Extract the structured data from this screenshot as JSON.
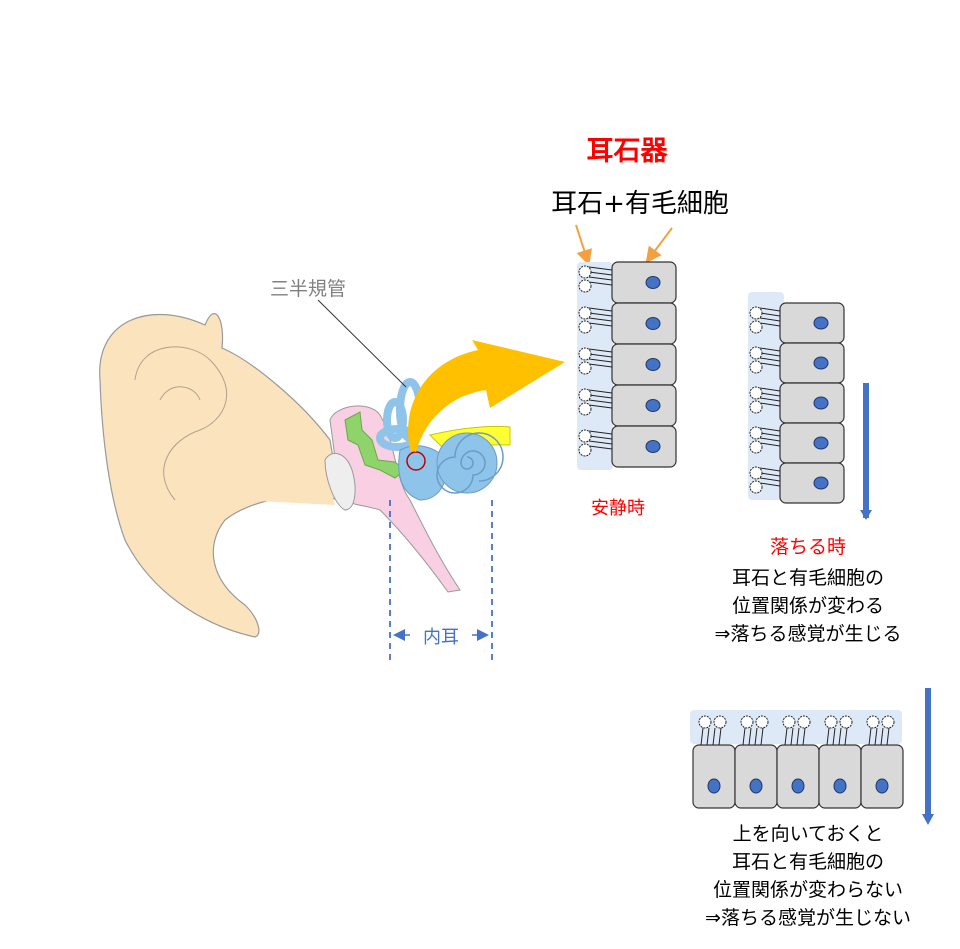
{
  "title": "耳石器",
  "subtitle": "耳石+有毛細胞",
  "ear_label": "三半規管",
  "inner_ear_label": "内耳",
  "rest_label": "安静時",
  "falling": {
    "heading": "落ちる時",
    "lines": [
      "耳石と有毛細胞の",
      "位置関係が変わる",
      "⇒落ちる感覚が生じる"
    ]
  },
  "facing_up": {
    "lines": [
      "上を向いておくと",
      "耳石と有毛細胞の",
      "位置関係が変わらない",
      "⇒落ちる感覚が生じない"
    ]
  },
  "colors": {
    "red": "#ff0000",
    "skin": "#fbe3bd",
    "pink": "#f9cfe3",
    "green": "#8fd36b",
    "inner_ear": "#8ec3ea",
    "nerve": "#ffff33",
    "big_arrow": "#ffc000",
    "cell": "#d9d9d9",
    "nucleus": "#4472c4",
    "otolith_bg": "#dde9f6",
    "down_arrow": "#4472c4",
    "pointer": "#f4a040"
  }
}
